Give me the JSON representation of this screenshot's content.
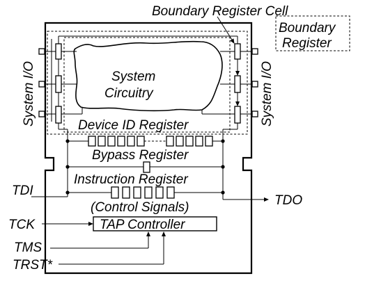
{
  "labels": {
    "boundary_register_cell": "Boundary Register Cell",
    "boundary_register_line1": "Boundary",
    "boundary_register_line2": "Register",
    "system_io_left": "System I/O",
    "system_io_right": "System I/O",
    "system_circuitry_line1": "System",
    "system_circuitry_line2": "Circuitry",
    "device_id_register": "Device ID Register",
    "bypass_register": "Bypass Register",
    "instruction_register": "Instruction Register",
    "control_signals": "(Control Signals)",
    "tap_controller": "TAP Controller",
    "tdi": "TDI",
    "tdo": "TDO",
    "tck": "TCK",
    "tms": "TMS",
    "trst": "TRST*"
  }
}
